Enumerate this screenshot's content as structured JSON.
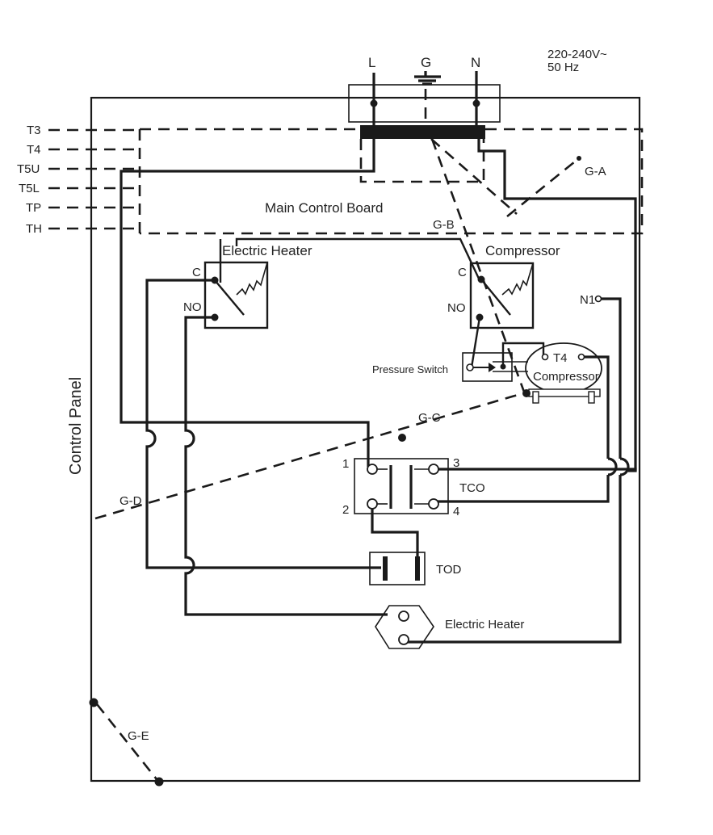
{
  "supply": {
    "voltage": "220-240V~",
    "frequency": "50 Hz",
    "terminals": [
      "L",
      "G",
      "N"
    ]
  },
  "sensor_inputs": [
    "T3",
    "T4",
    "T5U",
    "T5L",
    "TP",
    "TH"
  ],
  "labels": {
    "main_control_board": "Main Control Board",
    "control_panel": "Control Panel",
    "heater_relay": "Electric Heater",
    "compressor_relay": "Compressor",
    "relay_common": "C",
    "relay_no": "NO",
    "pressure_switch": "Pressure Switch",
    "compressor_unit": "Compressor",
    "compressor_t4": "T4",
    "n1": "N1",
    "tco": "TCO",
    "tod": "TOD",
    "electric_heater": "Electric Heater",
    "tco_pins": [
      "1",
      "2",
      "3",
      "4"
    ]
  },
  "ground_points": [
    "G-A",
    "G-B",
    "G-C",
    "G-D",
    "G-E"
  ]
}
